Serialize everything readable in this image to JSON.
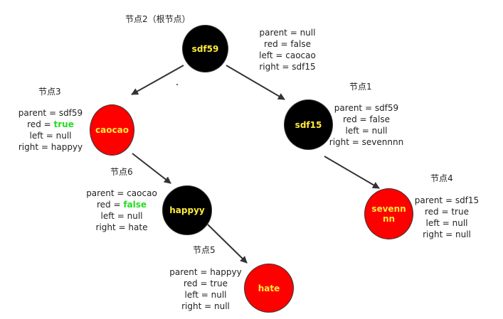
{
  "colors": {
    "black_node": "#000000",
    "red_node": "#ff0000",
    "node_text": "#ffeb3b",
    "highlight": "#22dd22",
    "edge": "#333333"
  },
  "nodes": {
    "n2": {
      "title": "节点2（根节点）",
      "name": "sdf59",
      "color": "black",
      "parent": "parent = null",
      "red": "red = false",
      "left": "left = caocao",
      "right": "right = sdf15"
    },
    "n3": {
      "title": "节点3",
      "name": "caocao",
      "color": "red",
      "parent": "parent = sdf59",
      "red_prefix": "red = ",
      "red_value": "true",
      "left": "left = null",
      "right": "right = happyy"
    },
    "n1": {
      "title": "节点1",
      "name": "sdf15",
      "color": "black",
      "parent": "parent = sdf59",
      "red": "red = false",
      "left": "left = null",
      "right": "right = sevennnn"
    },
    "n6": {
      "title": "节点6",
      "name": "happyy",
      "color": "black",
      "parent": "parent = caocao",
      "red_prefix": "red = ",
      "red_value": "false",
      "left": "left = null",
      "right": "right = hate"
    },
    "n4": {
      "title": "节点4",
      "name_line1": "sevenn",
      "name_line2": "nn",
      "color": "red",
      "parent": "parent = sdf15",
      "red": "red = true",
      "left": "left = null",
      "right": "right = null"
    },
    "n5": {
      "title": "节点5",
      "name": "hate",
      "color": "red",
      "parent": "parent = happyy",
      "red": "red = true",
      "left": "left = null",
      "right": "right = null"
    }
  }
}
